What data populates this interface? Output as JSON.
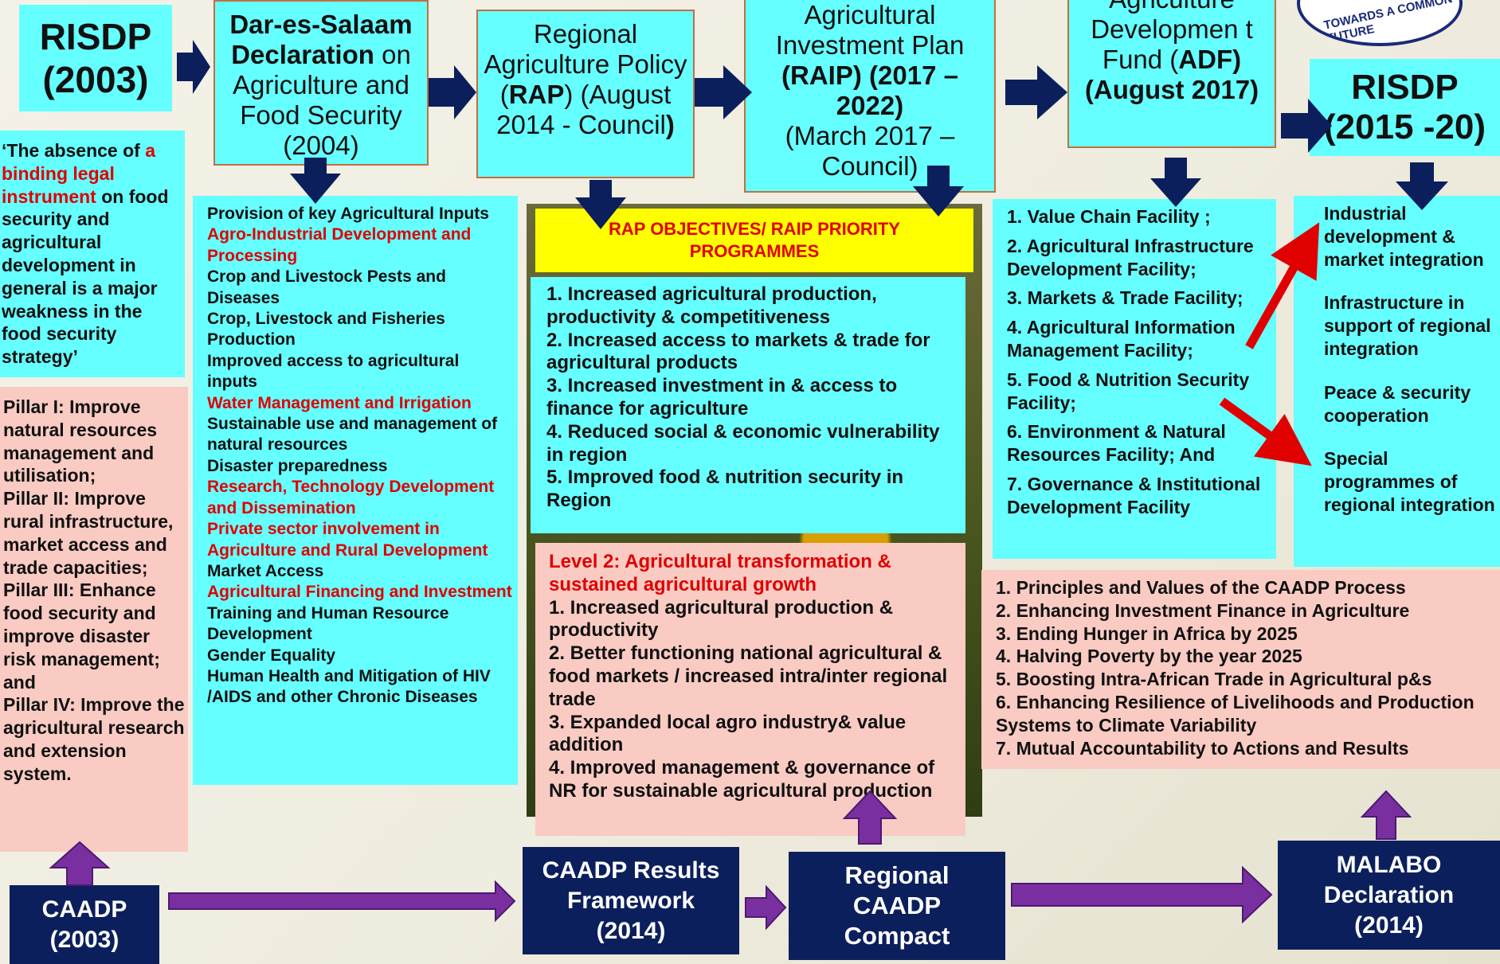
{
  "top_row": {
    "risdp_2003": {
      "line1": "RISDP",
      "line2": "(2003)"
    },
    "dar_es_salaam": {
      "bold": "Dar-es-Salaam Declaration",
      "rest": " on Agriculture and Food Security (2004)"
    },
    "rap": {
      "pre": "Regional Agriculture Policy (",
      "bold": "RAP",
      "mid": ") (August 2014 - Council",
      "end": ")"
    },
    "raip": {
      "pre": "Agricultural Investment Plan",
      "bold": "(RAIP) (2017 – 2022)",
      "end": "(March 2017 – Council)"
    },
    "adf": {
      "pre": "Agriculture Developmen t Fund (",
      "bold": "ADF) (August 2017)"
    },
    "risdp_2015": {
      "line1": "RISDP",
      "line2": "(2015 -20)"
    }
  },
  "logo": {
    "text": "TOWARDS A COMMON FUTURE"
  },
  "quote_box": {
    "p1": "‘The absence of ",
    "red": "a binding legal instrument",
    "p2": " on food security and agricultural development in general is  a major weakness in the food security strategy’"
  },
  "pillars": [
    "Pillar I: Improve natural resources management and utilisation;",
    "Pillar II: Improve rural infrastructure, market access and trade capacities;",
    "Pillar III: Enhance food security and improve disaster risk management; and",
    "Pillar IV: Improve the agricultural research and extension system."
  ],
  "dar_list": [
    {
      "text": "Provision of key Agricultural Inputs",
      "red": false
    },
    {
      "text": "Agro-Industrial Development and Processing",
      "red": true
    },
    {
      "text": "Crop and Livestock Pests and Diseases",
      "red": false
    },
    {
      "text": "Crop, Livestock and Fisheries Production",
      "red": false
    },
    {
      "text": "Improved access to agricultural inputs",
      "red": false
    },
    {
      "text": "Water Management and Irrigation",
      "red": true
    },
    {
      "text": "Sustainable use and management of natural resources",
      "red": false
    },
    {
      "text": "Disaster preparedness",
      "red": false
    },
    {
      "text": "Research, Technology Development and Dissemination",
      "red": true
    },
    {
      "text": "Private sector involvement in Agriculture and Rural Development",
      "red": true
    },
    {
      "text": "Market Access",
      "red": false
    },
    {
      "text": "Agricultural Financing and Investment",
      "red": true
    },
    {
      "text": "Training and Human Resource Development",
      "red": false
    },
    {
      "text": "Gender Equality",
      "red": false
    },
    {
      "text": "Human Health and Mitigation of HIV /AIDS and other Chronic Diseases",
      "red": false
    }
  ],
  "rap_header": "RAP OBJECTIVES/ RAIP PRIORITY PROGRAMMES",
  "rap_objectives": [
    "1.  Increased agricultural production, productivity & competitiveness",
    "2.  Increased access to markets & trade for agricultural products",
    "3.  Increased investment in & access to finance for agriculture",
    "4. Reduced social & economic vulnerability in region",
    "5.  Improved food & nutrition security in Region"
  ],
  "level2": {
    "title": "Level 2:  Agricultural transformation & sustained agricultural growth",
    "items": [
      "1.  Increased agricultural production & productivity",
      "2. Better functioning national agricultural & food markets / increased intra/inter regional trade",
      "3. Expanded local agro industry& value addition",
      "4.  Improved management & governance of NR for sustainable agricultural production"
    ]
  },
  "adf_facilities": [
    "1. Value Chain Facility ;",
    "2. Agricultural Infrastructure Development Facility;",
    "3. Markets & Trade Facility;",
    "4. Agricultural Information Management Facility;",
    "5. Food & Nutrition Security Facility;",
    "6. Environment & Natural Resources Facility; And",
    "7. Governance & Institutional Development Facility"
  ],
  "risdp_items": [
    "Industrial development & market integration",
    "Infrastructure in support of regional integration",
    "Peace & security cooperation",
    "Special programmes of regional integration"
  ],
  "malabo_commitments": [
    "1. Principles and Values of the CAADP Process",
    "2. Enhancing Investment Finance in Agriculture",
    "3. Ending Hunger in Africa by 2025",
    "4. Halving Poverty by the year 2025",
    "5. Boosting Intra-African Trade in Agricultural p&s",
    "6. Enhancing Resilience of Livelihoods and Production Systems to Climate Variability",
    "7. Mutual Accountability to Actions and Results"
  ],
  "bottom_row": {
    "caadp": {
      "line1": "CAADP",
      "line2": "(2003)"
    },
    "results": {
      "line1": "CAADP Results",
      "line2": "Framework",
      "line3": "(2014)"
    },
    "compact": {
      "line1": "Regional",
      "line2": "CAADP",
      "line3": "Compact"
    },
    "malabo": {
      "line1": "MALABO",
      "line2": "Declaration",
      "line3": "(2014)"
    }
  },
  "colors": {
    "cyan": "#66ffff",
    "pink": "#f9cbc3",
    "navy": "#0b1f5c",
    "red": "#e00000",
    "yellow": "#ffff00",
    "purple": "#7a2fa0",
    "arrow_navy": "#0b1f5c"
  }
}
